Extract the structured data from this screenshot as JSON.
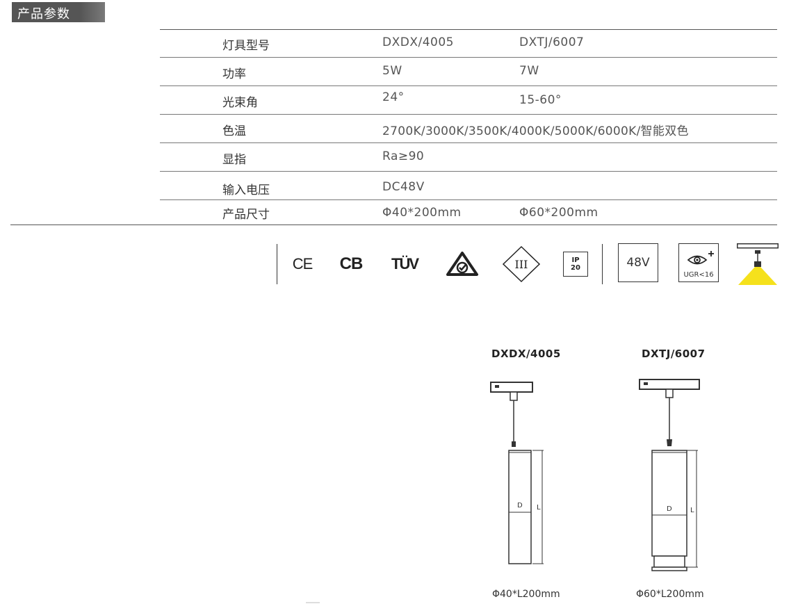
{
  "header": {
    "title": "产品参数"
  },
  "spec_table": {
    "rows": [
      {
        "label": "灯具型号",
        "value_1": "DXDX/4005",
        "value_2": "DXTJ/6007"
      },
      {
        "label": "功率",
        "value_1": "5W",
        "value_2": "7W"
      },
      {
        "label": "光束角",
        "value_1": "24°",
        "value_2": "15-60°"
      },
      {
        "label": "色温",
        "value_1": "2700K/3000K/3500K/4000K/5000K/6000K/智能双色",
        "value_2": ""
      },
      {
        "label": "显指",
        "value_1": "Ra≥90",
        "value_2": ""
      },
      {
        "label": "输入电压",
        "value_1": "DC48V",
        "value_2": ""
      },
      {
        "label": "产品尺寸",
        "value_1": "Φ40*200mm",
        "value_2": "Φ60*200mm"
      }
    ]
  },
  "certifications": {
    "icons": [
      {
        "name": "ce-mark",
        "text": "CE"
      },
      {
        "name": "cb-mark",
        "text": "CB"
      },
      {
        "name": "tuv-mark",
        "text": "TÜV"
      },
      {
        "name": "rcm-mark",
        "text": "RCM"
      },
      {
        "name": "class-iii-mark",
        "text": "III"
      },
      {
        "name": "ip-rating",
        "line1": "IP",
        "line2": "20"
      }
    ],
    "voltage_badge": "48V",
    "ugr_badge": "UGR<16",
    "colors": {
      "beam_yellow": "#f5e11c",
      "title_bar_bg": "#555555"
    }
  },
  "drawings": [
    {
      "model": "DXDX/4005",
      "caption": "Φ40*L200mm",
      "d_label": "D",
      "l_label": "L"
    },
    {
      "model": "DXTJ/6007",
      "caption": "Φ60*L200mm",
      "d_label": "D",
      "l_label": "L"
    }
  ]
}
